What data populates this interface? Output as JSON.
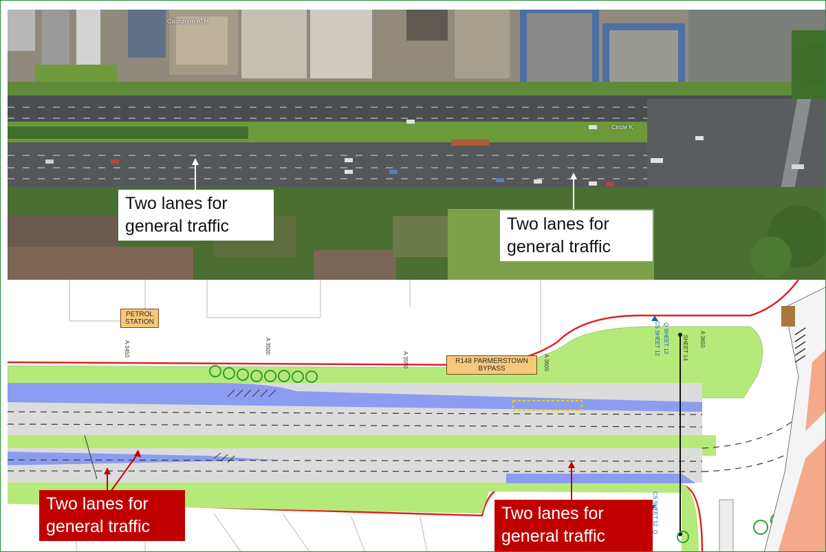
{
  "aerial": {
    "poi_1": "Cashzone ATM",
    "poi_2": "Circle K",
    "callout_left": {
      "line1": "Two lanes for",
      "line2": "general traffic"
    },
    "callout_right": {
      "line1": "Two lanes for",
      "line2": "general traffic"
    }
  },
  "plan": {
    "label_petrol": {
      "line1": "PETROL",
      "line2": "STATION"
    },
    "label_bypass": {
      "line1": "R148 PARMERSTOWN",
      "line2": "BYPASS"
    },
    "chainage": [
      "A 3450",
      "A 3500",
      "A 3550",
      "A 3600",
      "A 3650"
    ],
    "sheet_top_cs": "CS SHEET 12",
    "sheet_top_13": "Q SHEET 13",
    "sheet_top_14": "SHEET 14",
    "sheet_bottom_cs": "CS SHEET 12",
    "sheet_bottom_q": "Q",
    "callout_left": {
      "line1": "Two lanes for",
      "line2": "general traffic"
    },
    "callout_right": {
      "line1": "Two lanes for",
      "line2": "general traffic"
    }
  },
  "colors": {
    "grass": "#b5ea7a",
    "bus_lane": "#8c9cf0",
    "carriageway": "#dcdcdc",
    "red_line": "#e02020",
    "callout_red": "#c00000",
    "label_fill": "#f7c87a"
  }
}
